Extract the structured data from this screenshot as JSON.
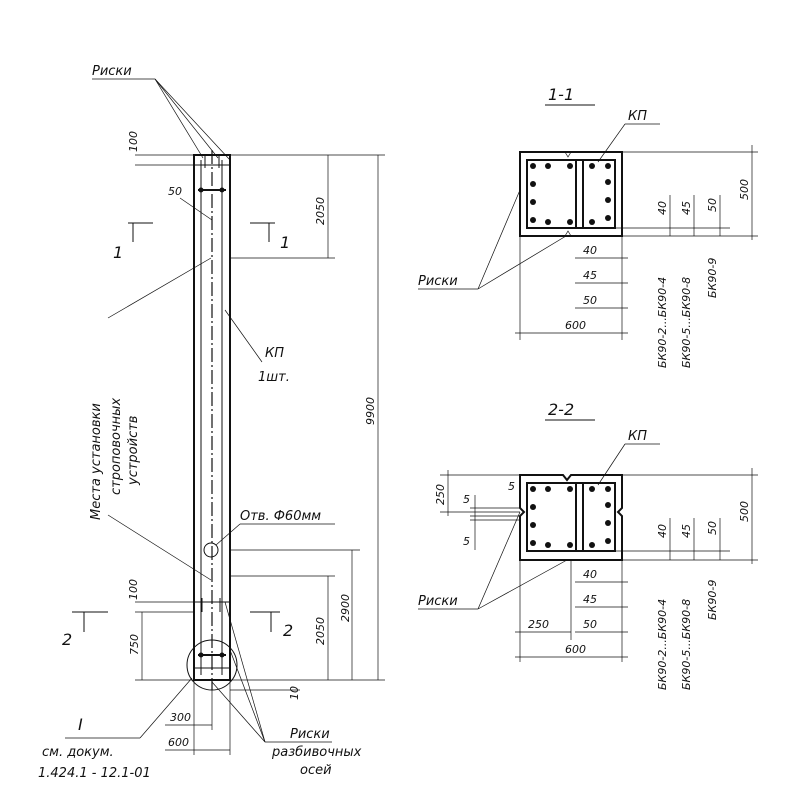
{
  "elevation": {
    "label_riski_top": "Риски",
    "label_riski_right": "Риски",
    "label_razbivochnykh": "разбивочных",
    "label_osey": "осей",
    "label_kp": "КП",
    "label_kp_qty": "1шт.",
    "label_hole": "Отв. Ф60мм",
    "label_mounting_1": "Места установки",
    "label_mounting_2": "строповочных",
    "label_mounting_3": "устройств",
    "section_1_left": "1",
    "section_1_right": "1",
    "section_2_left": "2",
    "section_2_right": "2",
    "dim_top_100": "100",
    "dim_50": "50",
    "dim_2050": "2050",
    "dim_9900": "9900",
    "dim_bottom_100": "100",
    "dim_750": "750",
    "dim_2050_b": "2050",
    "dim_2900": "2900",
    "dim_10": "10",
    "dim_300": "300",
    "dim_600": "600",
    "node_ref": "I",
    "ref_line_1": "см. докум.",
    "ref_line_2": "1.424.1 - 12.1-01"
  },
  "section_1": {
    "title": "1-1",
    "label_kp": "КП",
    "label_riski": "Риски",
    "dim_40_v": "40",
    "dim_45_v": "45",
    "dim_50_v": "50",
    "dim_500": "500",
    "dim_40": "40",
    "dim_45": "45",
    "dim_50": "50",
    "dim_600": "600",
    "mark_1": "БК90-2...БК90-4",
    "mark_2": "БК90-5...БК90-8",
    "mark_3": "БК90-9"
  },
  "section_2": {
    "title": "2-2",
    "label_kp": "КП",
    "label_riski": "Риски",
    "dim_250_v": "250",
    "dim_5_a": "5",
    "dim_5_b": "5",
    "dim_5_c": "5",
    "dim_40_v": "40",
    "dim_45_v": "45",
    "dim_50_v": "50",
    "dim_500": "500",
    "dim_40": "40",
    "dim_45": "45",
    "dim_250": "250",
    "dim_50": "50",
    "dim_600": "600",
    "mark_1": "БК90-2...БК90-4",
    "mark_2": "БК90-5...БК90-8",
    "mark_3": "БК90-9"
  }
}
